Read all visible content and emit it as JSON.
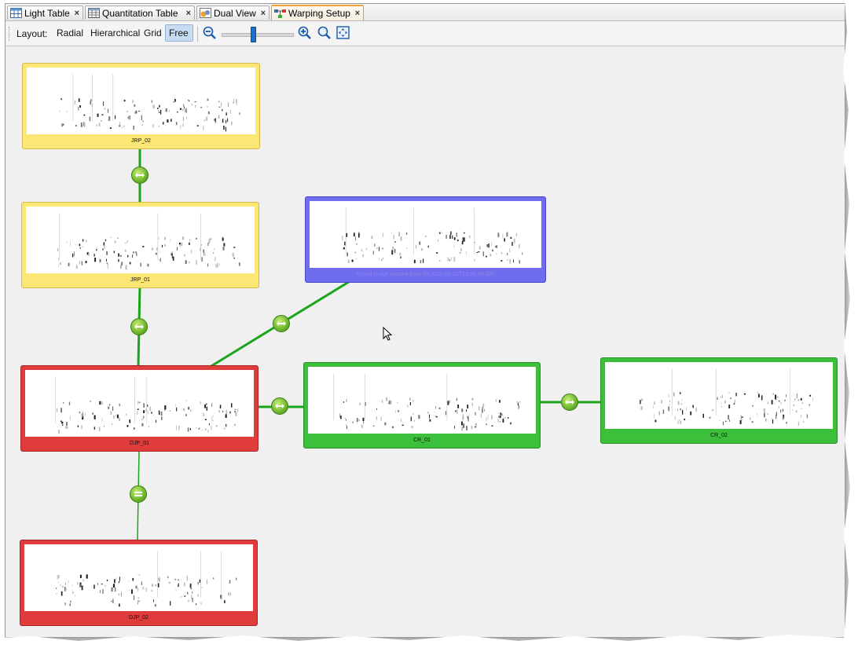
{
  "tabs": [
    {
      "label": "Light Table",
      "icon": "table-icon"
    },
    {
      "label": "Quantitation Table",
      "icon": "quant-table-icon"
    },
    {
      "label": "Dual View",
      "icon": "dual-view-icon"
    },
    {
      "label": "Warping Setup",
      "icon": "warping-icon",
      "active": true
    }
  ],
  "toolbar": {
    "layout_label": "Layout:",
    "layouts": [
      "Radial",
      "Hierarchical",
      "Grid",
      "Free"
    ],
    "active_layout": "Free",
    "zoom_out_icon": "zoom-out-icon",
    "zoom_in_icon": "zoom-in-icon",
    "zoom_reset_icon": "zoom-reset-icon",
    "fit_icon": "fit-to-window-icon"
  },
  "nodes": [
    {
      "id": "JRP_02",
      "label": "JRP_02",
      "color": "#fde774"
    },
    {
      "id": "JRP_01",
      "label": "JRP_01",
      "color": "#fde774"
    },
    {
      "id": "avg",
      "label": "Fused image created from file 2016-05-02T15:06:54.000",
      "color": "#6f6cf0"
    },
    {
      "id": "DJP_01",
      "label": "DJP_01",
      "color": "#e03c3c"
    },
    {
      "id": "CR_01",
      "label": "CR_01",
      "color": "#3cc03c"
    },
    {
      "id": "CR_02",
      "label": "CR_02",
      "color": "#3cc03c"
    },
    {
      "id": "DJP_02",
      "label": "DJP_02",
      "color": "#e03c3c"
    }
  ],
  "edges": [
    {
      "from": "JRP_02",
      "to": "JRP_01",
      "kind": "warp",
      "icon": "warp-arrows-icon"
    },
    {
      "from": "JRP_01",
      "to": "DJP_01",
      "kind": "warp",
      "icon": "warp-arrows-icon"
    },
    {
      "from": "avg",
      "to": "DJP_01",
      "kind": "warp",
      "icon": "warp-arrows-icon"
    },
    {
      "from": "DJP_01",
      "to": "CR_01",
      "kind": "warp",
      "icon": "warp-arrows-icon"
    },
    {
      "from": "CR_01",
      "to": "CR_02",
      "kind": "warp",
      "icon": "warp-arrows-icon"
    },
    {
      "from": "DJP_01",
      "to": "DJP_02",
      "kind": "equal",
      "icon": "equal-icon"
    }
  ],
  "colors": {
    "edge": "#1aa51a",
    "canvas": "#f0f0f0",
    "accent": "#f2a13a"
  }
}
